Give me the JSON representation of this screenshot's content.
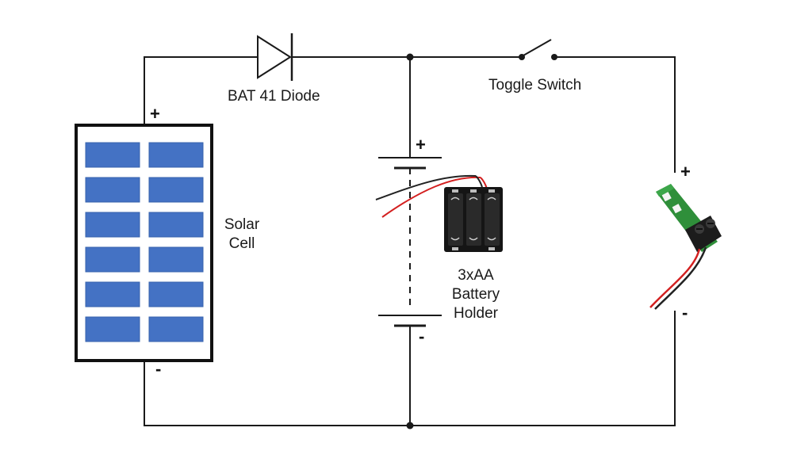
{
  "labels": {
    "diode": "BAT 41 Diode",
    "switch": "Toggle Switch",
    "solar_line1": "Solar",
    "solar_line2": "Cell",
    "battery_line1": "3xAA",
    "battery_line2": "Battery",
    "battery_line3": "Holder"
  },
  "polarity": {
    "solar_plus": "+",
    "solar_minus": "-",
    "battery_plus": "+",
    "battery_minus": "-",
    "load_plus": "+",
    "load_minus": "-"
  },
  "colors": {
    "wire": "#1a1a1a",
    "solar_cell_fill": "#4472c4",
    "pcb_green": "#2f8f3a",
    "terminal_black": "#1c1c1c",
    "wire_red": "#d32020"
  },
  "icons": {
    "battery_holder": "battery-holder-icon",
    "led_board": "led-board-icon"
  }
}
